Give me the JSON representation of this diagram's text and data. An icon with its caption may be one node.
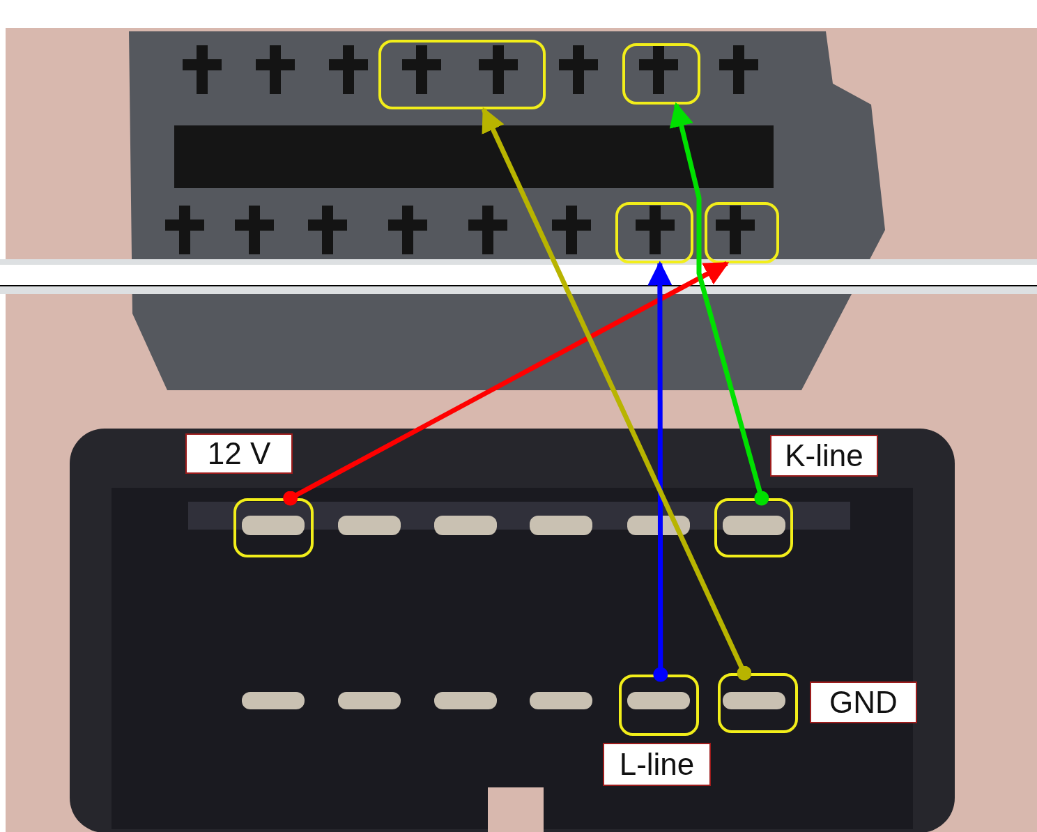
{
  "diagram": {
    "nodes": [
      {
        "text": [],
        "shape": "box"
      },
      {
        "text": [],
        "shape": "box"
      },
      {
        "text": [],
        "shape": "box"
      },
      {
        "text": [],
        "shape": "box"
      },
      {
        "text": [
          "12 V"
        ]
      },
      {
        "text": [
          "K-line"
        ]
      },
      {
        "text": [],
        "shape": "box"
      },
      {
        "text": [],
        "shape": "box"
      },
      {
        "text": [],
        "shape": "box"
      },
      {
        "text": [],
        "shape": "box"
      },
      {
        "text": [
          "GND"
        ]
      },
      {
        "text": [
          "L-line"
        ]
      }
    ],
    "edges": [
      {
        "from": 6,
        "to": 3,
        "arrow": "to",
        "color": "#ff0000"
      },
      {
        "from": 8,
        "to": 2,
        "arrow": "to",
        "color": "#0000ff"
      },
      {
        "from": 9,
        "to": 0,
        "arrow": "to",
        "color": "#b8b400"
      },
      {
        "from": 7,
        "to": 1,
        "arrow": "to",
        "color": "#00e000"
      }
    ]
  }
}
